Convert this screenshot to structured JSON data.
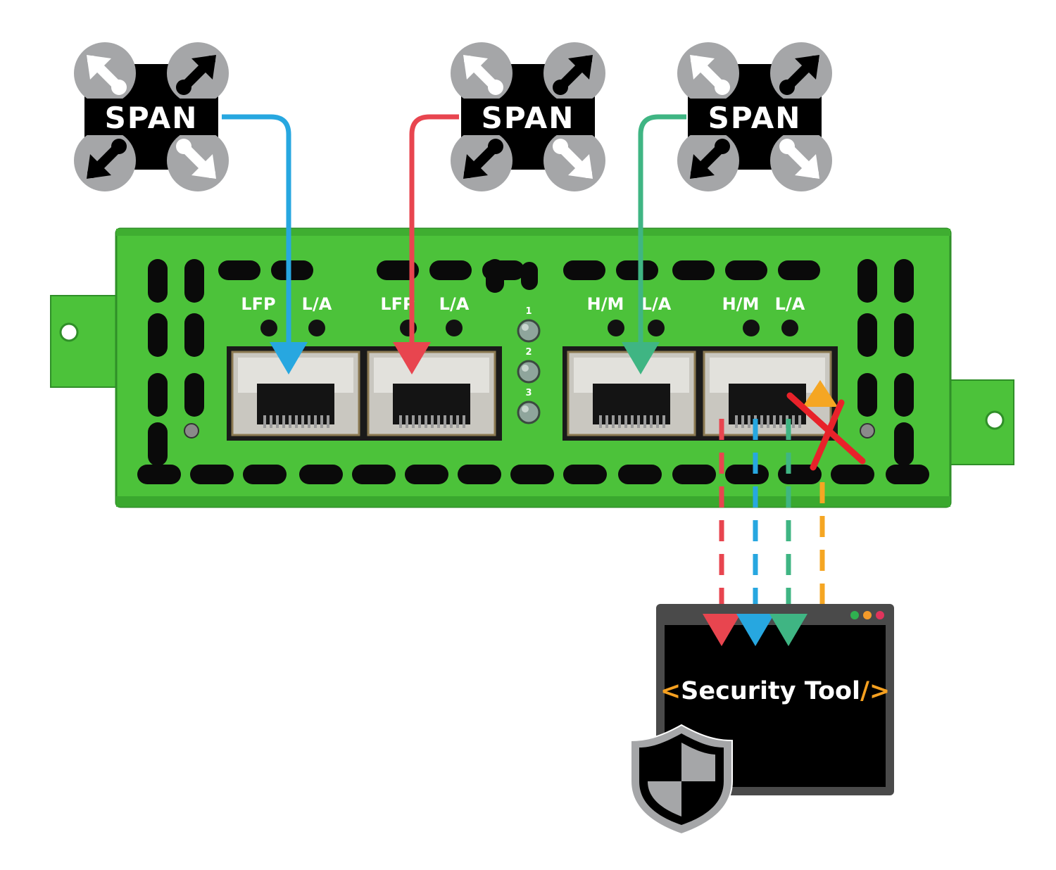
{
  "span_switches": [
    {
      "label": "SPAN"
    },
    {
      "label": "SPAN"
    },
    {
      "label": "SPAN"
    }
  ],
  "tap_device": {
    "port_labels": [
      {
        "left": "LFP",
        "right": "L/A"
      },
      {
        "left": "LFP",
        "right": "L/A"
      },
      {
        "left": "H/M",
        "right": "L/A"
      },
      {
        "left": "H/M",
        "right": "L/A"
      }
    ],
    "leds": [
      "1",
      "2",
      "3"
    ]
  },
  "security_tool": {
    "open_tag": "<",
    "title": "Security Tool",
    "close_tag": "/>"
  },
  "colors": {
    "device_green": "#4cc23a",
    "device_green_dark": "#2f8f28",
    "link_blue": "#27a7e0",
    "link_red": "#e8454f",
    "link_green": "#3fb583",
    "link_orange": "#f5a623",
    "blocked_x": "#e8222a",
    "tag_orange": "#f5a020",
    "window_frame": "#4a4a4a",
    "window_dot_green": "#2fb150",
    "window_dot_orange": "#f39a2a",
    "window_dot_pink": "#e0345c",
    "icon_grey": "#a5a6a8"
  }
}
